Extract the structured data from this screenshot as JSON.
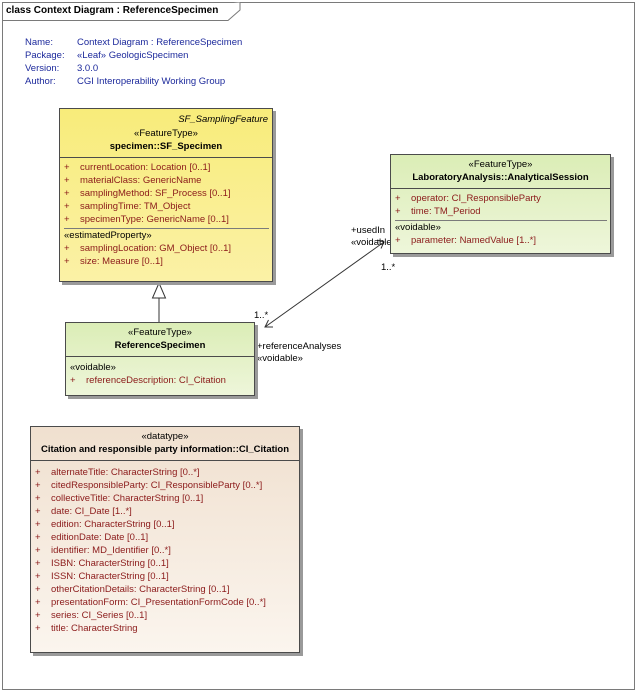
{
  "frame": {
    "title": "class Context Diagram : ReferenceSpecimen"
  },
  "metadata": [
    {
      "key": "Name:",
      "value": "Context Diagram : ReferenceSpecimen"
    },
    {
      "key": "Package:",
      "value": "«Leaf» GeologicSpecimen"
    },
    {
      "key": "Version:",
      "value": "3.0.0"
    },
    {
      "key": "Author:",
      "value": "CGI Interoperability Working Group"
    }
  ],
  "specimen": {
    "abstract_parent": "SF_SamplingFeature",
    "stereotype": "«FeatureType»",
    "name": "specimen::SF_Specimen",
    "attributes": [
      {
        "vis": "+",
        "text": "currentLocation:  Location [0..1]"
      },
      {
        "vis": "+",
        "text": "materialClass:  GenericName"
      },
      {
        "vis": "+",
        "text": "samplingMethod:  SF_Process [0..1]"
      },
      {
        "vis": "+",
        "text": "samplingTime:  TM_Object"
      },
      {
        "vis": "+",
        "text": "specimenType:  GenericName [0..1]"
      }
    ],
    "section_label": "«estimatedProperty»",
    "section_attributes": [
      {
        "vis": "+",
        "text": "samplingLocation:  GM_Object [0..1]"
      },
      {
        "vis": "+",
        "text": "size:  Measure [0..1]"
      }
    ]
  },
  "lab": {
    "stereotype": "«FeatureType»",
    "name": "LaboratoryAnalysis::AnalyticalSession",
    "attributes": [
      {
        "vis": "+",
        "text": "operator:  CI_ResponsibleParty"
      },
      {
        "vis": "+",
        "text": "time:  TM_Period"
      }
    ],
    "section_label": "«voidable»",
    "section_attributes": [
      {
        "vis": "+",
        "text": "parameter:  NamedValue [1..*]"
      }
    ]
  },
  "refspec": {
    "stereotype": "«FeatureType»",
    "name": "ReferenceSpecimen",
    "section_label": "«voidable»",
    "section_attributes": [
      {
        "vis": "+",
        "text": "referenceDescription:  CI_Citation"
      }
    ]
  },
  "citation": {
    "stereotype": "«datatype»",
    "name": "Citation and responsible party information::CI_Citation",
    "attributes": [
      {
        "vis": "+",
        "text": "alternateTitle:  CharacterString [0..*]"
      },
      {
        "vis": "+",
        "text": "citedResponsibleParty:  CI_ResponsibleParty [0..*]"
      },
      {
        "vis": "+",
        "text": "collectiveTitle:  CharacterString [0..1]"
      },
      {
        "vis": "+",
        "text": "date:  CI_Date [1..*]"
      },
      {
        "vis": "+",
        "text": "edition:  CharacterString [0..1]"
      },
      {
        "vis": "+",
        "text": "editionDate:  Date [0..1]"
      },
      {
        "vis": "+",
        "text": "identifier:  MD_Identifier [0..*]"
      },
      {
        "vis": "+",
        "text": "ISBN:  CharacterString [0..1]"
      },
      {
        "vis": "+",
        "text": "ISSN:  CharacterString [0..1]"
      },
      {
        "vis": "+",
        "text": "otherCitationDetails:  CharacterString [0..1]"
      },
      {
        "vis": "+",
        "text": "presentationForm:  CI_PresentationFormCode [0..*]"
      },
      {
        "vis": "+",
        "text": "series:  CI_Series [0..1]"
      },
      {
        "vis": "+",
        "text": "title:  CharacterString"
      }
    ]
  },
  "association": {
    "lab_end_role": "+usedIn",
    "lab_end_stereotype": "«voidable»",
    "lab_end_multiplicity": "1..*",
    "ref_end_multiplicity": "1..*",
    "ref_end_role": "+referenceAnalyses",
    "ref_end_stereotype": "«voidable»"
  },
  "colors": {
    "feature_yellow": "#f8ec7a",
    "feature_green": "#dbedb6",
    "datatype_tan": "#f0e0cf",
    "attribute_text": "#8b1a1a",
    "metadata_text": "#1d2a9c"
  }
}
